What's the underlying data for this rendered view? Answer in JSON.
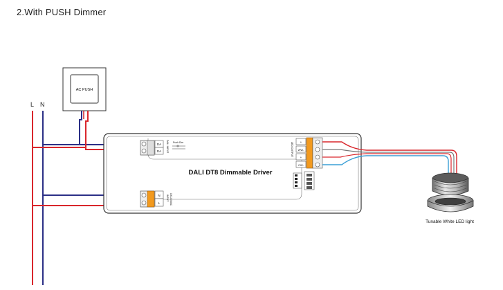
{
  "title": "2.With PUSH Dimmer",
  "switch": {
    "label": "AC PUSH"
  },
  "mains": {
    "l_label": "L",
    "n_label": "N"
  },
  "driver": {
    "name": "DALI DT8 Dimmable Driver",
    "dali_terminals": [
      "DA",
      "DA"
    ],
    "dali_side_label": "DALI INPUT",
    "push_dim_label": "Push Dim",
    "input_terminals": [
      "N",
      "L"
    ],
    "input_side_label": "INPUT",
    "input_spec": "100-240VAC",
    "output_terminals": [
      "+",
      "WW-",
      "+",
      "CW-"
    ],
    "output_side_label": "LED OUTPUT"
  },
  "led": {
    "label": "Tunable White LED light"
  },
  "colors": {
    "live": "#d9262c",
    "neutral": "#2b2f86",
    "cyan_wire": "#3a9fd6",
    "terminal_orange": "#f29a1f"
  }
}
